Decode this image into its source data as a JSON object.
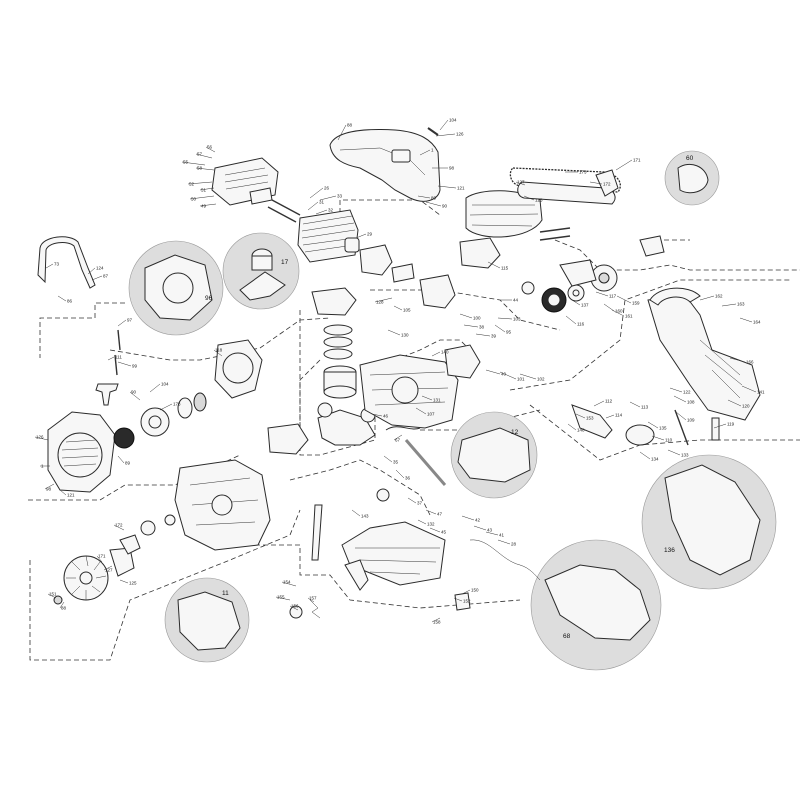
{
  "diagram": {
    "detail_circles": [
      {
        "id": "c96",
        "label": "96"
      },
      {
        "id": "c17",
        "label": "17"
      },
      {
        "id": "c60",
        "label": "60"
      },
      {
        "id": "c12",
        "label": "12"
      },
      {
        "id": "c136",
        "label": "136"
      },
      {
        "id": "c68",
        "label": "68"
      },
      {
        "id": "c11",
        "label": "11"
      }
    ],
    "callouts": [
      "88",
      "126",
      "1",
      "98",
      "121",
      "89",
      "90",
      "104",
      "173",
      "172",
      "171",
      "127",
      "125",
      "115",
      "44",
      "95",
      "52",
      "51",
      "50",
      "49",
      "55",
      "56",
      "57",
      "58",
      "26",
      "31",
      "32",
      "33",
      "29",
      "73",
      "124",
      "87",
      "86",
      "97",
      "99",
      "118",
      "111",
      "128",
      "130",
      "105",
      "100",
      "38",
      "39",
      "40",
      "101",
      "102",
      "103",
      "117",
      "116",
      "137",
      "159",
      "160",
      "161",
      "162",
      "163",
      "164",
      "166",
      "141",
      "120",
      "122",
      "108",
      "109",
      "110",
      "112",
      "114",
      "113",
      "135",
      "134",
      "133",
      "119",
      "148",
      "153",
      "140",
      "131",
      "107",
      "67",
      "46",
      "35",
      "36",
      "37",
      "143",
      "132",
      "47",
      "45",
      "42",
      "43",
      "41",
      "28",
      "154",
      "155",
      "156",
      "157",
      "158",
      "152",
      "150",
      "151"
    ]
  },
  "colors": {
    "line": "#2b2b2b",
    "part_fill": "#f7f7f7",
    "detail_circle": "#dddddd"
  }
}
